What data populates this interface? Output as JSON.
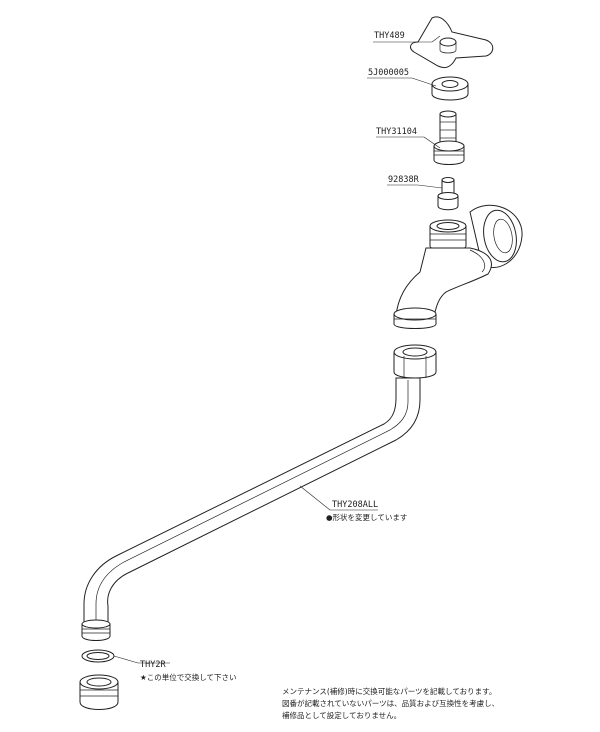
{
  "parts": {
    "handle": "THY489",
    "bonnet": "5J000005",
    "spindle": "THY31104",
    "packing": "92838R",
    "spout": "THY208ALL",
    "spout_note": "●形状を変更しています",
    "ring": "THY2R",
    "ring_note": "★この単位で交換して下さい"
  },
  "footer": {
    "line1": "メンテナンス(補修)時に交換可能なパーツを記載しております。",
    "line2": "図番が記載されていないパーツは、品質および互換性を考慮し、",
    "line3": "補修品として設定しておりません。"
  }
}
